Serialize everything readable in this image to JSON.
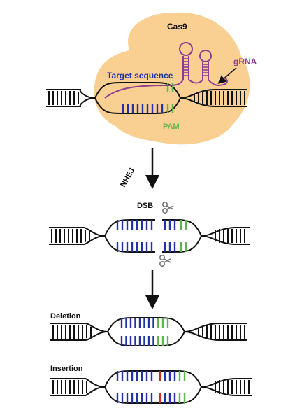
{
  "labels": {
    "cas9": "Cas9",
    "grna": "gRNA",
    "target_sequence": "Target sequence",
    "pam": "PAM",
    "nhej": "NHEJ",
    "dsb": "DSB",
    "deletion": "Deletion",
    "insertion": "Insertion"
  },
  "colors": {
    "cas9_fill": "#f9cf92",
    "grna": "#8e3d8f",
    "target": "#2233a8",
    "pam": "#5fb548",
    "insert": "#d42a1e",
    "strand": "#111111",
    "scissors": "#777777"
  },
  "icons": [
    "scissors-icon",
    "arrow-down-icon"
  ]
}
